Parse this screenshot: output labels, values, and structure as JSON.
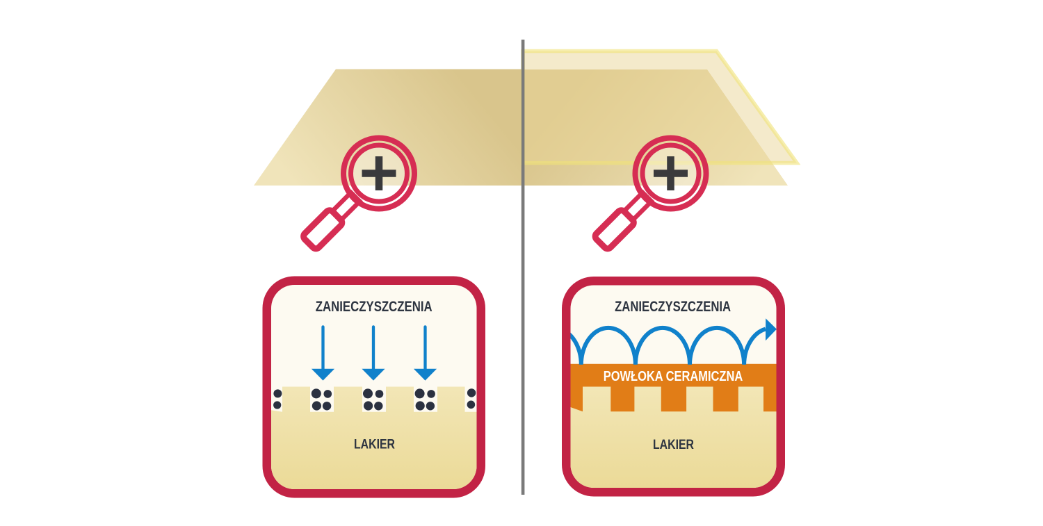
{
  "illustration": {
    "description_left": "paint without ceramic coating",
    "description_right": "paint with ceramic coating"
  },
  "colors": {
    "background": "#ffffff",
    "box_border_crimson": "#c22345",
    "magnifier_pink": "#d62d53",
    "plus_dark": "#3a3a3c",
    "blue": "#1081cb",
    "orange": "#e17d17",
    "gold_dark": "#d9c58c",
    "gold_light": "#f0e4ba",
    "cream_panel": "#fdfaf1",
    "lakier_top": "#f2e6b6",
    "lakier_bottom": "#ebda97",
    "dot_navy": "#2b3140",
    "label_navy": "#2d3440",
    "divider_gray": "#7a7a7a",
    "yellow_edge": "#f4e98c",
    "coating_text": "#ffffff"
  },
  "left_panel": {
    "zoom_icon": "magnifier-plus-icon",
    "box": {
      "top_label": "ZANIECZYSZCZENIA",
      "bottom_label": "LAKIER"
    }
  },
  "right_panel": {
    "zoom_icon": "magnifier-plus-icon",
    "box": {
      "top_label": "ZANIECZYSZCZENIA",
      "coating_label": "POWŁOKA CERAMICZNA",
      "bottom_label": "LAKIER"
    }
  }
}
